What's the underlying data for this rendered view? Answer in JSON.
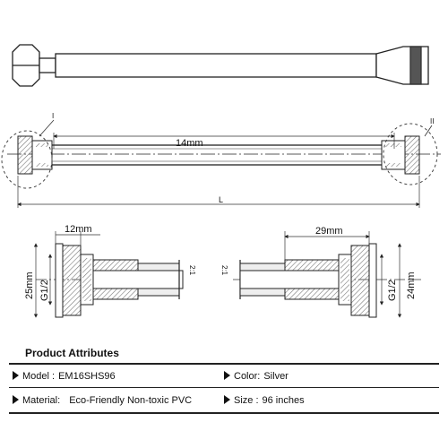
{
  "dimensions": {
    "length_label": "14mm",
    "length_marker": "L",
    "nut_width_left": "12mm",
    "nut_width_right": "29mm",
    "height_left": "25mm",
    "height_right": "24mm",
    "thread_left": "G1/2",
    "thread_right": "G1/2",
    "detail_ratio_left": "2:1",
    "detail_ratio_right": "2:1",
    "detail_marker_left": "I",
    "detail_marker_right": "II"
  },
  "attributes": {
    "title": "Product  Attributes",
    "model_label": "Model :",
    "model_value": "EM16SHS96",
    "color_label": "Color:",
    "color_value": "Silver",
    "material_label": "Material:",
    "material_value": "Eco-Friendly Non-toxic PVC",
    "size_label": "Size :",
    "size_value": "96 inches"
  },
  "colors": {
    "line": "#222222",
    "stripe": "#555555",
    "hatch": "#8a8a8a"
  }
}
